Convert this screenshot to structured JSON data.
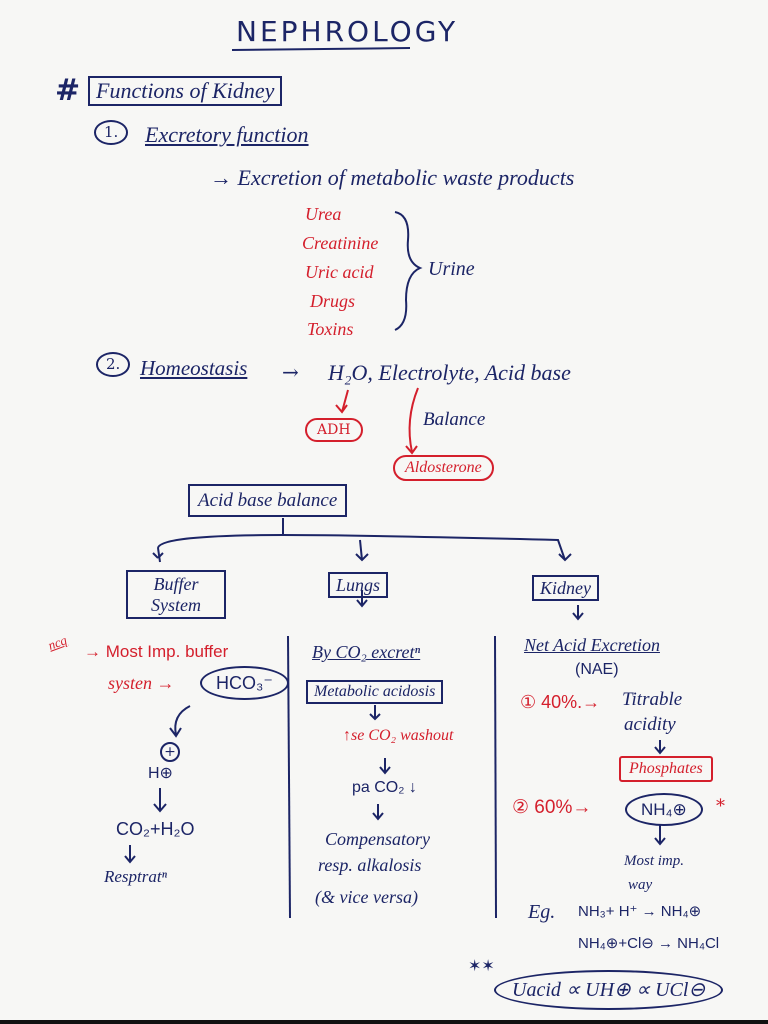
{
  "title": "NEPHROLOGY",
  "section": {
    "hash": "#",
    "heading": "Functions of Kidney"
  },
  "excretory": {
    "num": "1.",
    "heading": "Excretory function",
    "desc": "→ Excretion of metabolic waste products",
    "items": [
      "Urea",
      "Creatinine",
      "Uric acid",
      "Drugs",
      "Toxins"
    ],
    "result": "Urine"
  },
  "homeostasis": {
    "num": "2.",
    "heading": "Homeostasis",
    "arrow": "→",
    "targets": "H₂O, Electrolyte, Acid base",
    "adh": "ADH",
    "balance": "Balance",
    "aldosterone": "Aldosterone"
  },
  "acid_base": {
    "title": "Acid base balance",
    "buffer": {
      "title": "Buffer System",
      "note": "ncq",
      "most": "→ Most Imp. buffer",
      "system": "systen →",
      "hco3": "HCO₃⁻",
      "plus": "+",
      "h": "H⊕",
      "co2h2o": "CO₂+H₂O",
      "resp": "Resptratⁿ"
    },
    "lungs": {
      "title": "Lungs",
      "by": "By CO₂ excretⁿ",
      "box": "Metabolic acidosis",
      "washout": "↑se CO₂ washout",
      "paco2": "pa CO₂ ↓",
      "comp1": "Compensatory",
      "comp2": "resp. alkalosis",
      "vice": "(& vice versa)"
    },
    "kidney": {
      "title": "Kidney",
      "nae1": "Net Acid Excretion",
      "nae2": "(NAE)",
      "p40": "① 40%.→",
      "titrable1": "Titrable",
      "titrable2": "acidity",
      "phosphates": "Phosphates",
      "p60": "② 60%→",
      "nh4": "NH₄⊕",
      "star": "⁎",
      "most1": "Most imp.",
      "most2": "way",
      "eg": "Eg.",
      "eq1": "NH₃+ H⁺ → NH₄⊕",
      "eq2": "NH₄⊕+Cl⊖ → NH₄Cl",
      "final": "Uacid ∝ UH⊕ ∝ UCl⊖",
      "mark": "✶✶"
    }
  }
}
